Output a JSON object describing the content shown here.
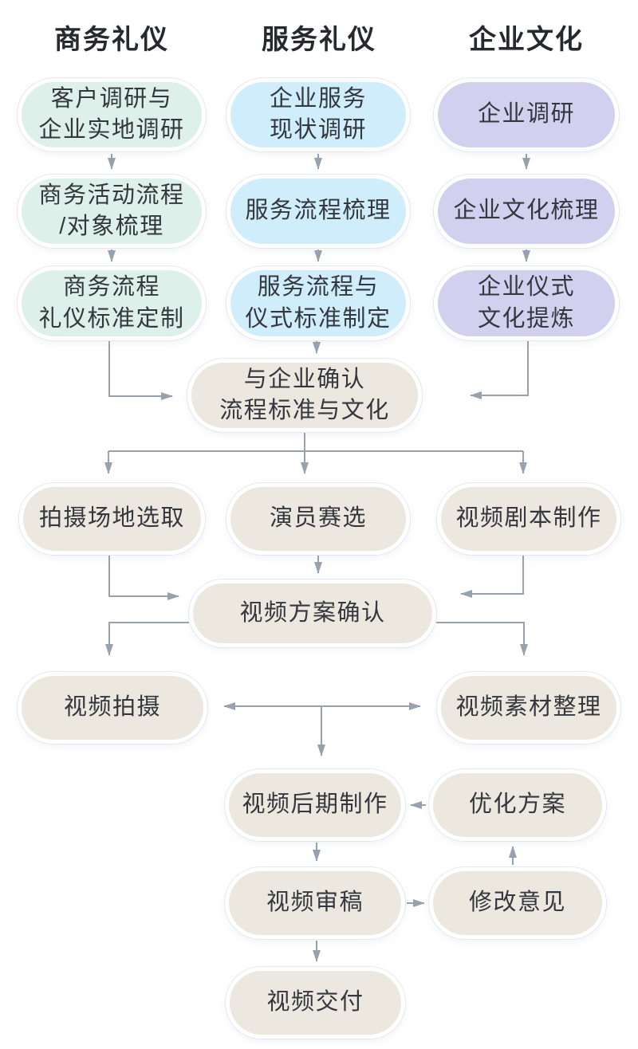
{
  "columns": [
    {
      "header": "商务礼仪",
      "steps": [
        "客户调研与\n企业实地调研",
        "商务活动流程\n/对象梳理",
        "商务流程\n礼仪标准定制"
      ]
    },
    {
      "header": "服务礼仪",
      "steps": [
        "企业服务\n现状调研",
        "服务流程梳理",
        "服务流程与\n仪式标准制定"
      ]
    },
    {
      "header": "企业文化",
      "steps": [
        "企业调研",
        "企业文化梳理",
        "企业仪式\n文化提炼"
      ]
    }
  ],
  "merge": {
    "confirm": "与企业确认\n流程标准与文化"
  },
  "production": {
    "location": "拍摄场地选取",
    "casting": "演员赛选",
    "script": "视频剧本制作",
    "plan_confirm": "视频方案确认",
    "shooting": "视频拍摄",
    "footage": "视频素材整理",
    "post": "视频后期制作",
    "optimize": "优化方案",
    "review": "视频审稿",
    "feedback": "修改意见",
    "delivery": "视频交付"
  },
  "edges": [
    "客户调研与企业实地调研 -> 商务活动流程/对象梳理",
    "商务活动流程/对象梳理 -> 商务流程礼仪标准定制",
    "商务流程礼仪标准定制 -> 与企业确认流程标准与文化",
    "企业服务现状调研 -> 服务流程梳理",
    "服务流程梳理 -> 服务流程与仪式标准制定",
    "服务流程与仪式标准制定 -> 与企业确认流程标准与文化",
    "企业调研 -> 企业文化梳理",
    "企业文化梳理 -> 企业仪式文化提炼",
    "企业仪式文化提炼 -> 与企业确认流程标准与文化",
    "与企业确认流程标准与文化 -> 拍摄场地选取",
    "与企业确认流程标准与文化 -> 演员赛选",
    "与企业确认流程标准与文化 -> 视频剧本制作",
    "拍摄场地选取 -> 视频方案确认",
    "演员赛选 -> 视频方案确认",
    "视频剧本制作 -> 视频方案确认",
    "视频方案确认 -> 视频拍摄",
    "视频方案确认 -> 视频素材整理",
    "视频拍摄 <-> 视频素材整理",
    "视频拍摄+视频素材整理 -> 视频后期制作",
    "优化方案 -> 视频后期制作",
    "视频后期制作 -> 视频审稿",
    "视频审稿 -> 修改意见",
    "修改意见 -> 优化方案",
    "视频审稿 -> 视频交付"
  ],
  "colors": {
    "mint": "#ddf0e9",
    "mint_edge": "#cfe9dd",
    "blue": "#cfedfa",
    "blue_edge": "#c1e7f6",
    "lavender": "#d2d0ee",
    "lavender_edge": "#c4c2e7",
    "beige": "#ece7df",
    "beige_edge": "#e3dcd2",
    "arrow": "#98a2ae",
    "ring": "#e3e7ee",
    "node_text": "#34383e",
    "header_text": "#26292e"
  }
}
